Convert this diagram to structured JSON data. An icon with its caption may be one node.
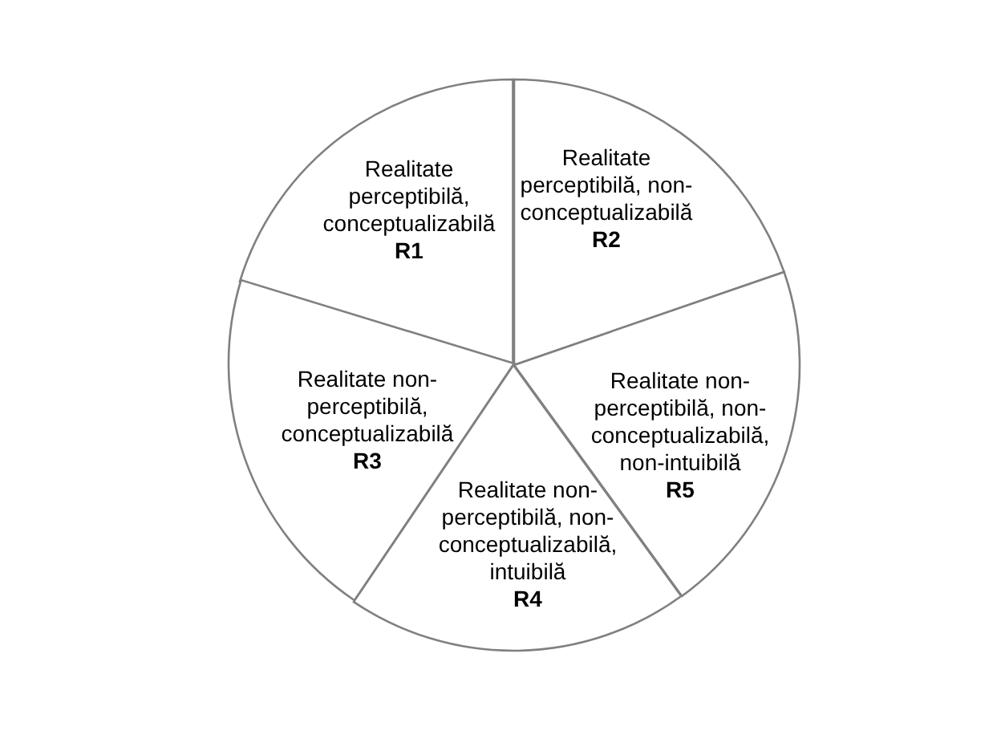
{
  "diagram": {
    "nodes": [
      {
        "text": [
          "Realitate perceptibilă, conceptualizabilă",
          "R1"
        ]
      },
      {
        "text": [
          "Realitate perceptibilă, non-conceptualizabilă",
          "R2"
        ]
      },
      {
        "text": [
          "Realitate non-perceptibilă, conceptualizabilă",
          "R3"
        ]
      },
      {
        "text": [
          "Realitate non-perceptibilă, non-conceptualizabilă, non-intuibilă",
          "R5"
        ]
      },
      {
        "text": [
          "Realitate non-perceptibilă, non-conceptualizabilă, intuibilă",
          "R4"
        ]
      }
    ],
    "edges": []
  }
}
